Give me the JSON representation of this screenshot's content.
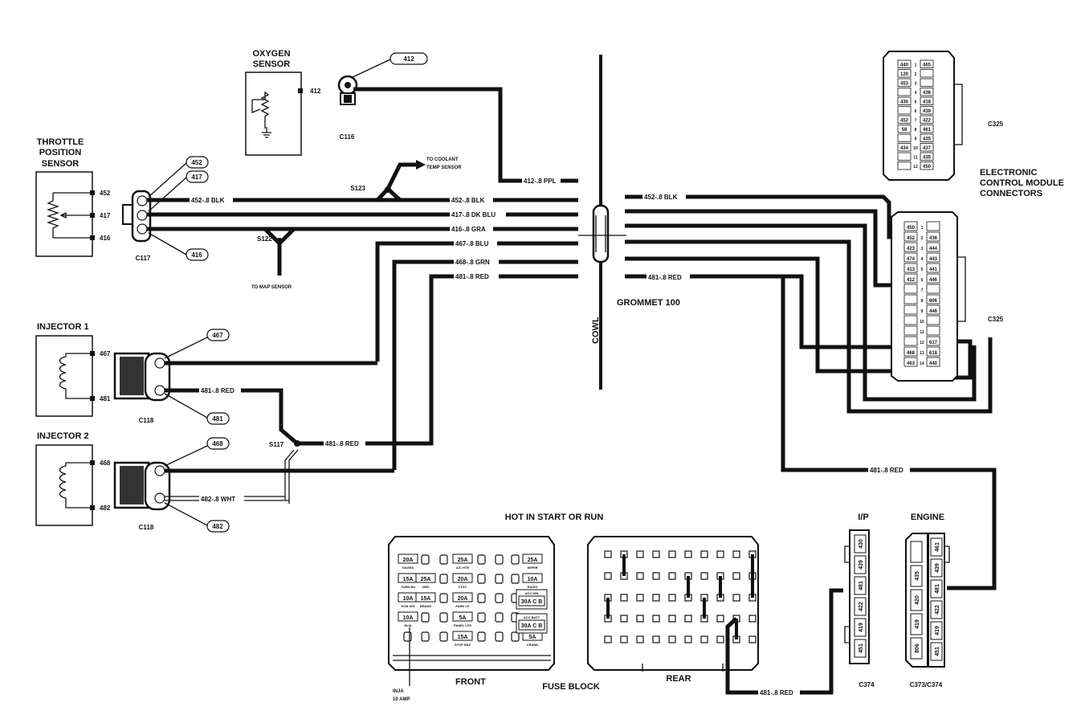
{
  "components": {
    "oxygen_sensor": [
      "OXYGEN",
      "SENSOR"
    ],
    "throttle_position_sensor": [
      "THROTTLE",
      "POSITION",
      "SENSOR"
    ],
    "injector_1": "INJECTOR 1",
    "injector_2": "INJECTOR 2",
    "ecm_connectors": [
      "ELECTRONIC",
      "CONTROL MODULE",
      "CONNECTORS"
    ],
    "cowl": "COWL",
    "grommet": "GROMMET 100",
    "hot_in_start_or_run": "HOT IN START OR RUN",
    "fuse_block": "FUSE BLOCK",
    "front": "FRONT",
    "rear": "REAR",
    "ip": "I/P",
    "engine": "ENGINE"
  },
  "connectors": {
    "c116": "C116",
    "c117": "C117",
    "c118a": "C118",
    "c118b": "C118",
    "c325_top": "C325",
    "c325_mid": "C325",
    "c374": "C374",
    "c373_c374": "C373/C374"
  },
  "splices": {
    "s123": "S123",
    "s122": "S122",
    "s117": "S117"
  },
  "notes": {
    "to_coolant": [
      "TO COOLANT",
      "TEMP SENSOR"
    ],
    "to_map": "TO MAP SENSOR",
    "inja": [
      "INJA",
      "10 AMP"
    ]
  },
  "wires": {
    "w412": "412-.8 PPL",
    "w452": "452-.8 BLK",
    "w452b": "452-.8 BLK",
    "w417": "417-.8 DK BLU",
    "w416": "416-.8 GRA",
    "w467": "467-.8 BLU",
    "w468": "468-.8 GRN",
    "w481": "481-.8 RED",
    "w452r": "452-.8 BLK",
    "w481r": "481-.8 RED",
    "w481inj": "481-.8 RED",
    "w481s117": "481-.8 RED",
    "w482": "482-.8 WHT",
    "w481low": "481-.8 RED",
    "w481bot": "481-.8 RED"
  },
  "circuit_tags": {
    "o2_pin": "412",
    "o2_bubble": "412",
    "tps_pins": [
      "452",
      "417",
      "416"
    ],
    "tps_bubbles": [
      "452",
      "417",
      "416"
    ],
    "inj1_pins": [
      "467",
      "481"
    ],
    "inj1_bubbles": [
      "467",
      "481"
    ],
    "inj2_pins": [
      "468",
      "482"
    ],
    "inj2_bubbles": [
      "468",
      "482"
    ]
  },
  "ecm_top": {
    "left": [
      "440",
      "120",
      "453",
      "",
      "430",
      "",
      "452",
      "58",
      "",
      "434",
      "",
      ""
    ],
    "nums": [
      "1",
      "2",
      "3",
      "4",
      "5",
      "6",
      "7",
      "8",
      "9",
      "10",
      "11",
      "12"
    ],
    "right": [
      "465",
      "",
      "",
      "436",
      "418",
      "439",
      "422",
      "461",
      "435",
      "437",
      "435",
      "450"
    ]
  },
  "ecm_mid": {
    "left": [
      "450",
      "452",
      "423",
      "474",
      "413",
      "412",
      "",
      "",
      "",
      "",
      "",
      "",
      "468",
      "463"
    ],
    "nums": [
      "1",
      "2",
      "3",
      "4",
      "5",
      "6",
      "7",
      "8",
      "9",
      "10",
      "11",
      "12",
      "13",
      "14"
    ],
    "right": [
      "",
      "436",
      "444",
      "443",
      "441",
      "446",
      "",
      "806",
      "446",
      "",
      "",
      "617",
      "618",
      "440"
    ]
  },
  "fuses": [
    {
      "amp": "20A",
      "name": "GAGES"
    },
    {
      "amp": "25A",
      "name": "A/C HTR"
    },
    {
      "amp": "25A",
      "name": "WIPER"
    },
    {
      "amp": "15A",
      "name": "TURN BU"
    },
    {
      "amp": "25A",
      "name": "4WD"
    },
    {
      "amp": "20A",
      "name": "CTSY"
    },
    {
      "amp": "10A",
      "name": "RADIO"
    },
    {
      "amp": "10A",
      "name": "ECM IGN"
    },
    {
      "amp": "15A",
      "name": "BRAKE"
    },
    {
      "amp": "20A",
      "name": "PARK LP"
    },
    {
      "amp": "10A",
      "name": "INJA"
    },
    {
      "amp": "5A",
      "name": "PANEL LPS"
    },
    {
      "amp": "15A",
      "name": "STOP HAZ"
    },
    {
      "amp": "5A",
      "name": "CRANK"
    }
  ],
  "circuit_breakers": [
    {
      "top": "ACC IGN",
      "main": "30A C B"
    },
    {
      "top": "ACC BATT",
      "main": "30A C B"
    }
  ],
  "ip_connector": [
    "430",
    "439",
    "481",
    "422",
    "419",
    "451"
  ],
  "engine_connector_left": [
    "",
    "435",
    "420",
    "419",
    "806"
  ],
  "engine_connector_right": [
    "461",
    "439",
    "481",
    "422",
    "419",
    "451"
  ]
}
